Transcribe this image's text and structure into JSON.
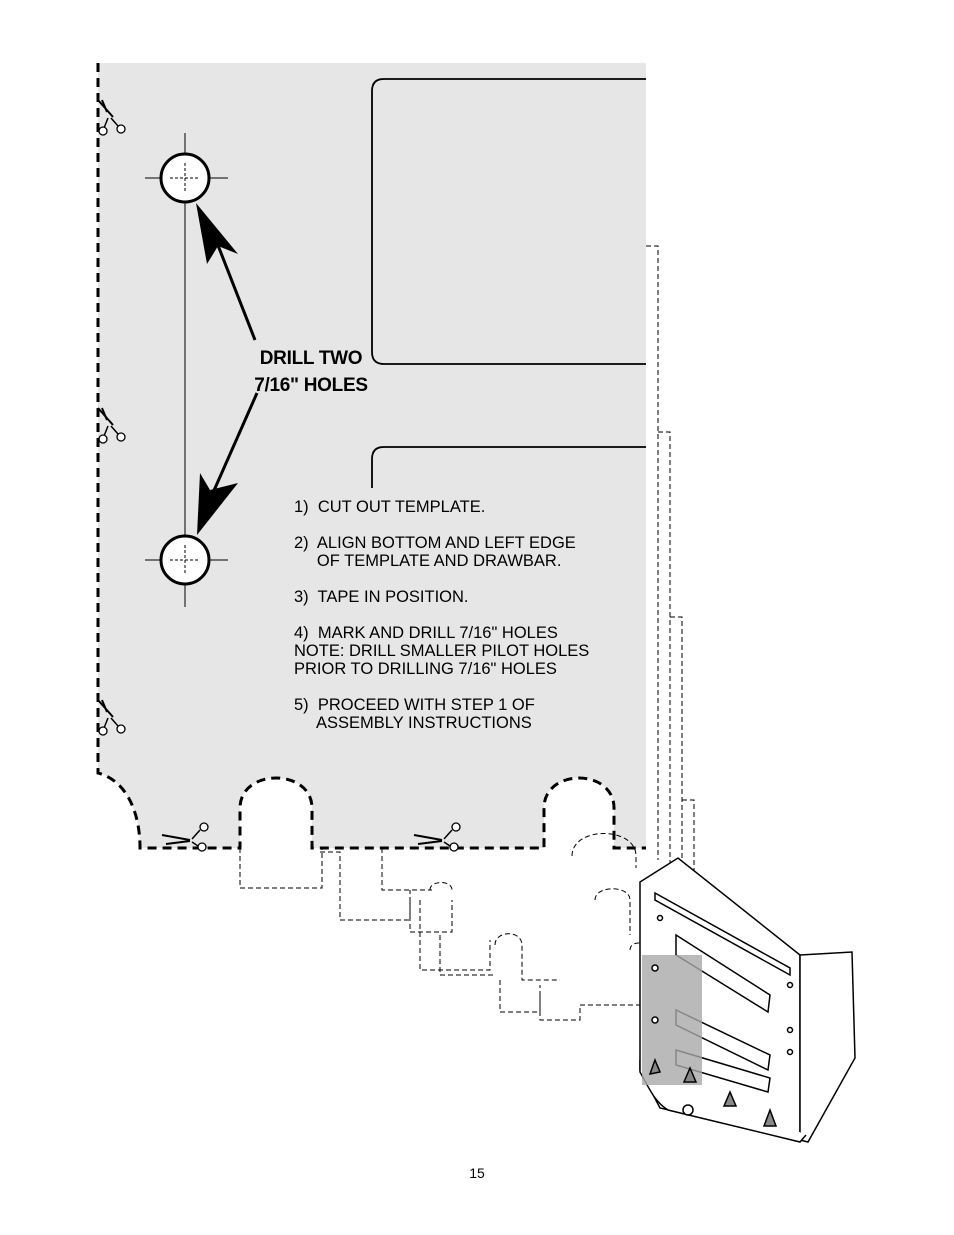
{
  "callout": {
    "line1": "DRILL TWO",
    "line2": "7/16\" HOLES"
  },
  "instructions": [
    {
      "lines": [
        "1)  CUT OUT TEMPLATE."
      ]
    },
    {
      "lines": [
        "2)  ALIGN BOTTOM AND LEFT EDGE",
        "     OF TEMPLATE AND DRAWBAR."
      ]
    },
    {
      "lines": [
        "3)  TAPE IN POSITION."
      ]
    },
    {
      "lines": [
        "4)  MARK AND DRILL 7/16\" HOLES",
        "NOTE: DRILL SMALLER PILOT HOLES",
        "PRIOR TO DRILLING 7/16\" HOLES"
      ]
    },
    {
      "lines": [
        "5)  PROCEED WITH STEP 1 OF",
        "     ASSEMBLY INSTRUCTIONS"
      ]
    }
  ],
  "page_number": "15",
  "icons": [
    "scissors-icon",
    "drill-hole-icon",
    "arrow-icon"
  ],
  "colors": {
    "template_fill": "#e6e6e6",
    "highlight": "#a9a9a9",
    "ink": "#000000"
  }
}
